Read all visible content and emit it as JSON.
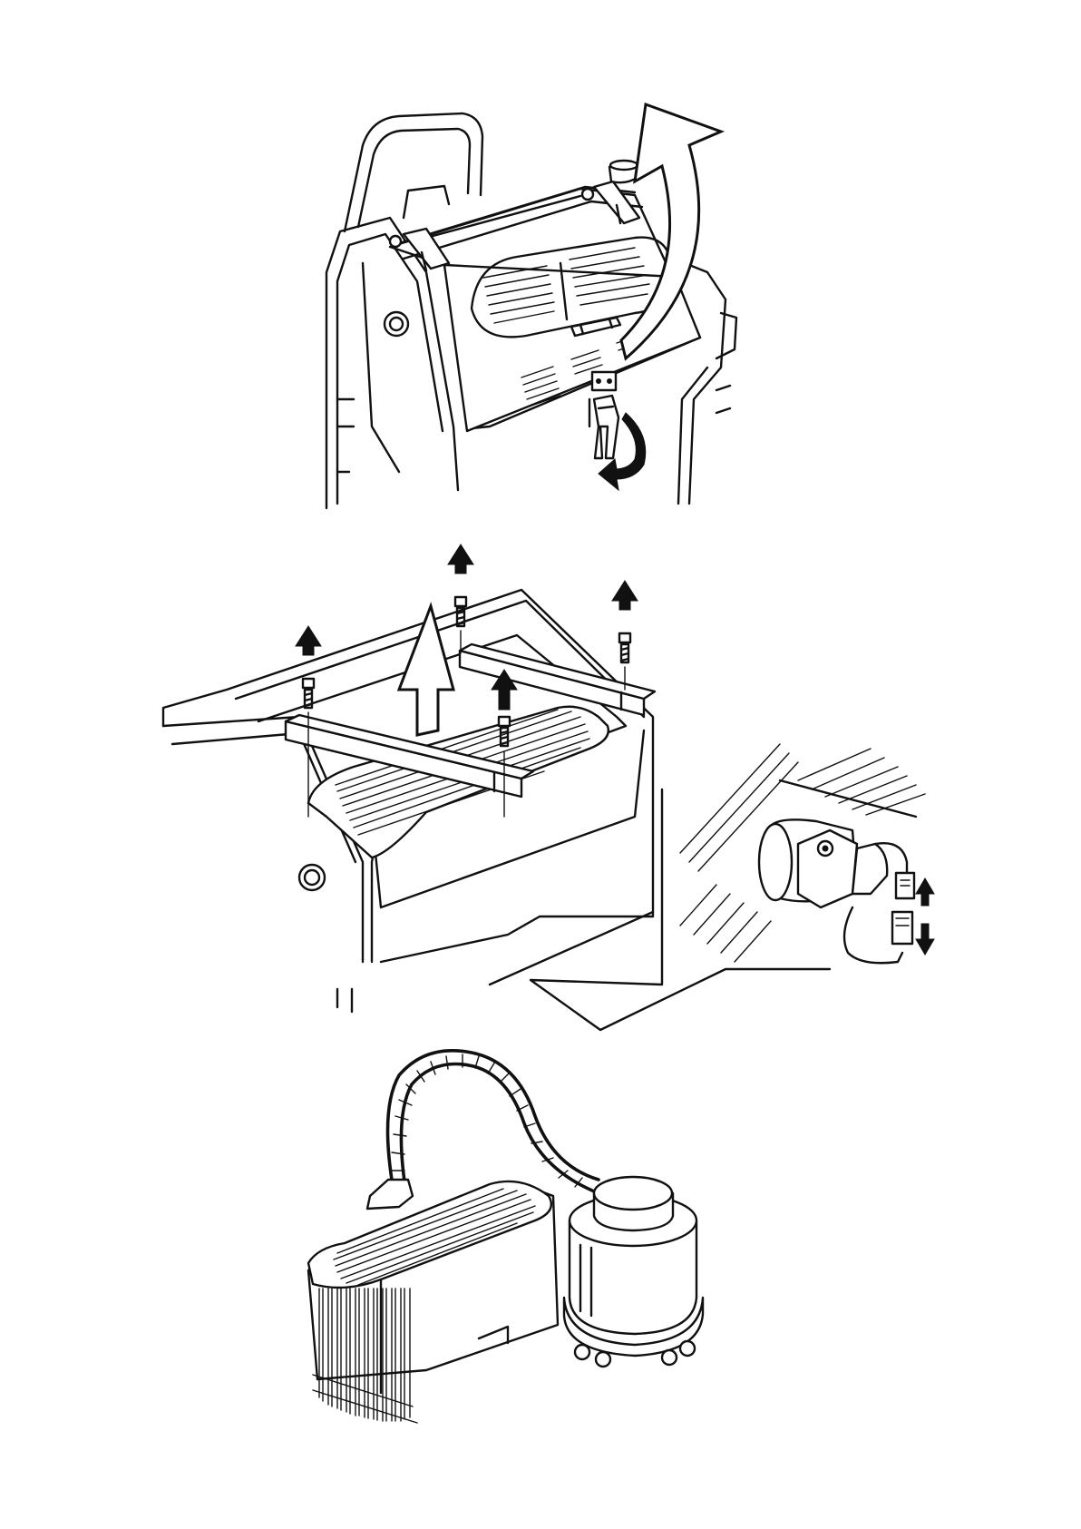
{
  "figure": {
    "panels": [
      {
        "name": "cover-panel",
        "icons": [
          "hinged-cover",
          "latch",
          "open-arrow",
          "rotate-arrow"
        ]
      },
      {
        "name": "rail-panel",
        "icons": [
          "brackets",
          "bolts",
          "up-arrows",
          "filter-element"
        ]
      },
      {
        "name": "connector-panel",
        "icons": [
          "motor",
          "cable",
          "plug",
          "socket",
          "separate-arrows"
        ]
      },
      {
        "name": "vacuum-panel",
        "icons": [
          "filter-element",
          "vacuum-cleaner",
          "hose",
          "nozzle"
        ]
      }
    ],
    "colors": {
      "line": "#111111",
      "background": "#ffffff"
    }
  }
}
